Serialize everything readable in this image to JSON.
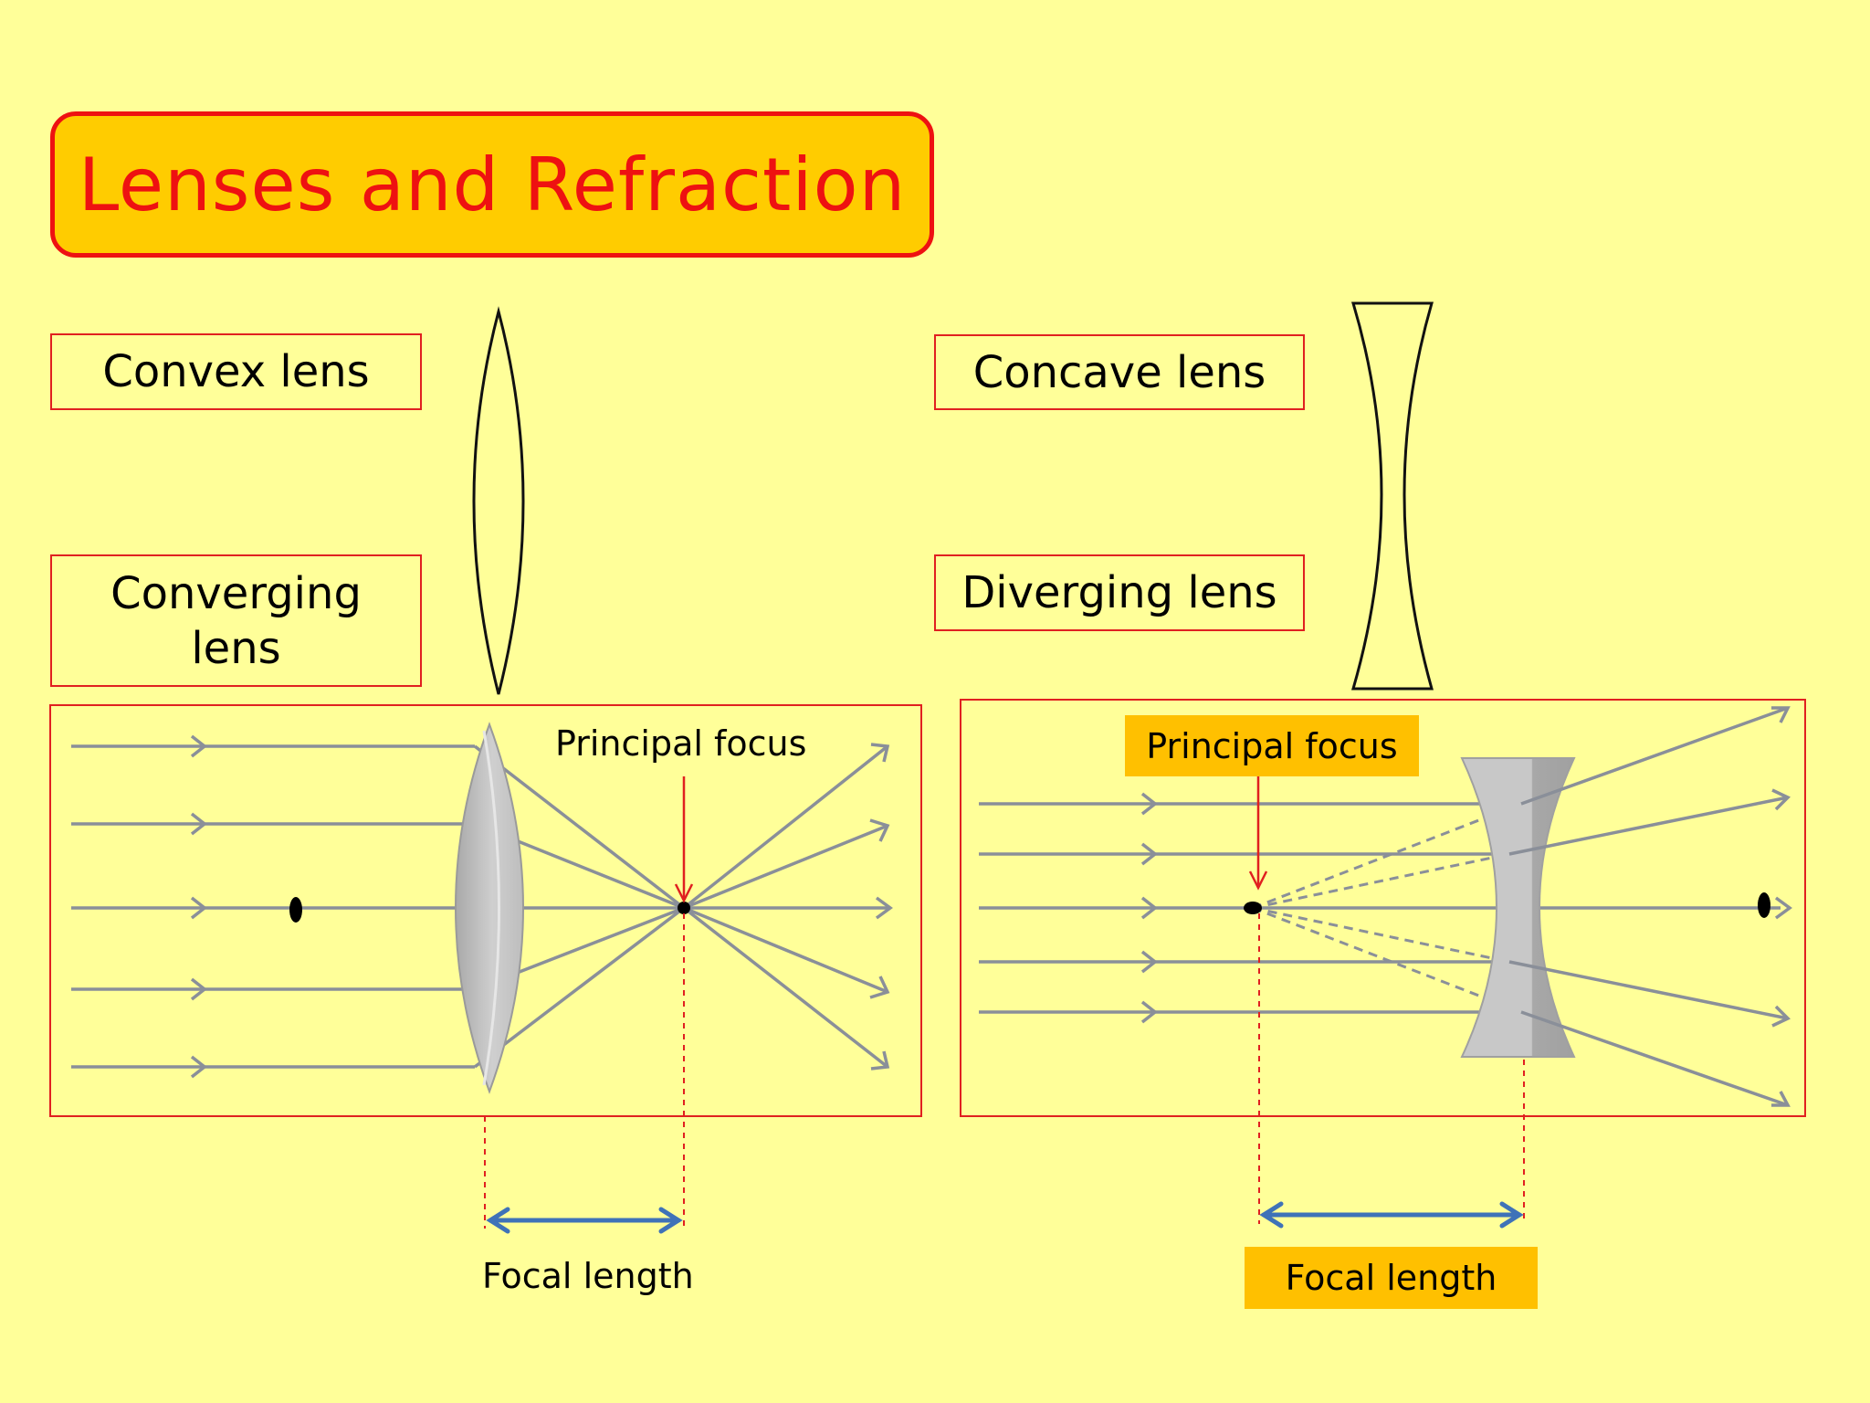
{
  "title": "Lenses and Refraction",
  "labels": {
    "convex": "Convex lens",
    "converging": "Converging lens",
    "concave": "Concave lens",
    "diverging": "Diverging lens"
  },
  "convex_diagram": {
    "focus_label": "Principal focus",
    "focal_length_label": "Focal length"
  },
  "concave_diagram": {
    "focus_label": "Principal focus",
    "focal_length_label": "Focal length"
  },
  "colors": {
    "background": "#ffff99",
    "title_fill": "#ffcc00",
    "accent_red": "#ee1111",
    "highlight": "#ffc000",
    "ray_gray": "#8a8f99",
    "arrow_blue": "#3f72b8"
  }
}
